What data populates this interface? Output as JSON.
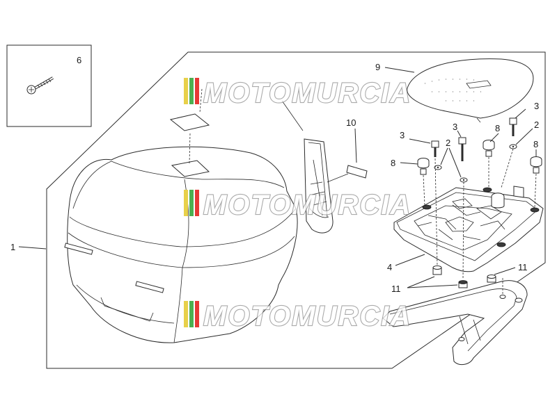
{
  "callouts": {
    "c1": "1",
    "c2a": "2",
    "c2b": "2",
    "c3a": "3",
    "c3b": "3",
    "c3c": "3",
    "c4": "4",
    "c6": "6",
    "c8a": "8",
    "c8b": "8",
    "c8c": "8",
    "c9": "9",
    "c10": "10",
    "c11a": "11",
    "c11b": "11"
  },
  "watermark": {
    "text": "MOTOMURCIA",
    "colors": [
      "#e8d04a",
      "#4caf50",
      "#e53935"
    ]
  },
  "icons": [
    "screw-icon",
    "top-case",
    "lid-pad",
    "backrest-pad",
    "mounting-plate",
    "rack-bracket"
  ]
}
